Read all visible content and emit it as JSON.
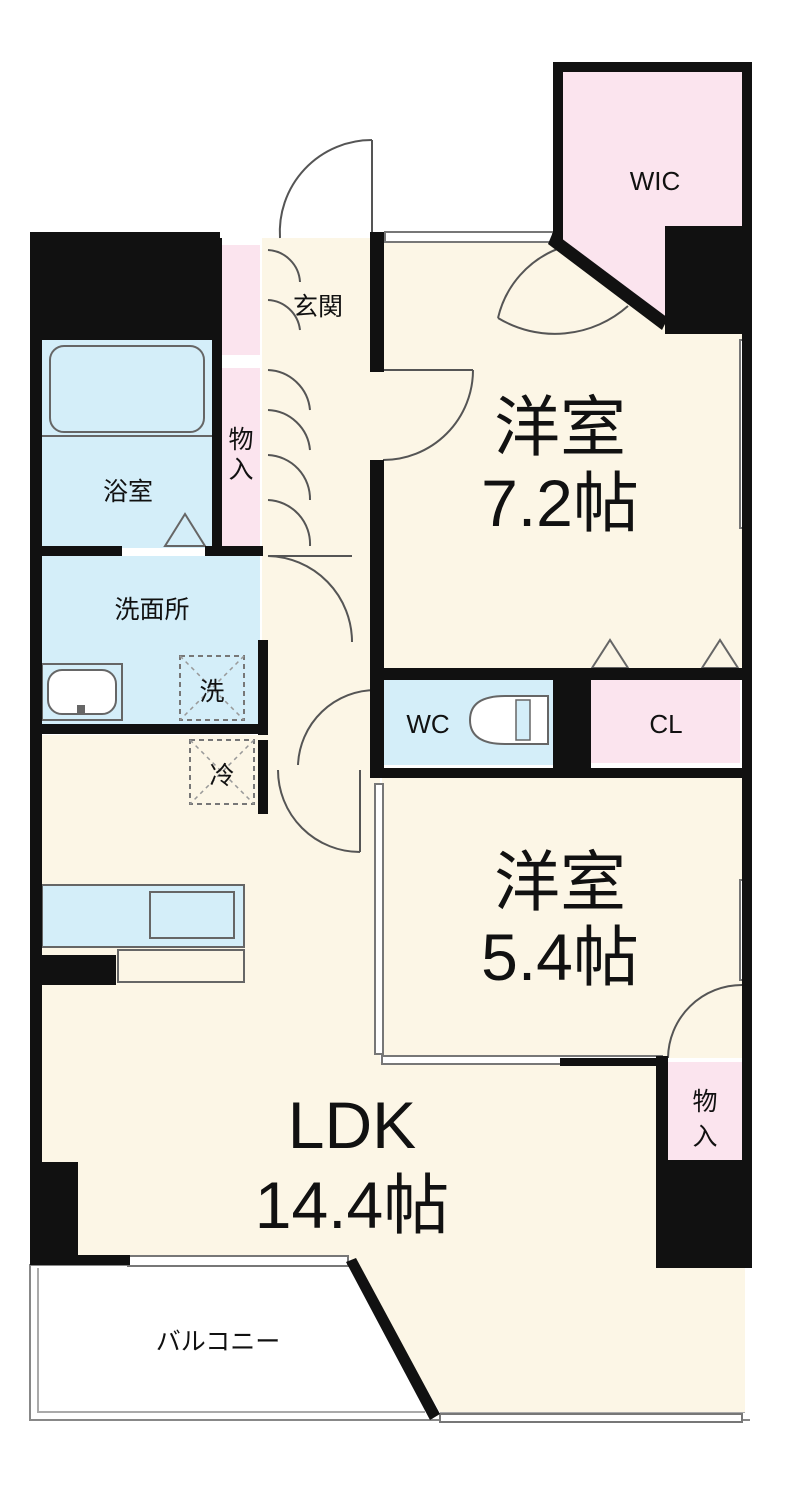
{
  "colors": {
    "room_floor": "#fcf6e6",
    "wet_area": "#d4eef9",
    "storage": "#fbe4ee",
    "wall": "#111111"
  },
  "rooms": {
    "wic": "WIC",
    "entrance": "玄関",
    "western1_name": "洋室",
    "western1_size": "7.2帖",
    "storage_left_1": "物",
    "storage_left_2": "入",
    "bath": "浴室",
    "washroom": "洗面所",
    "washer": "洗",
    "fridge": "冷",
    "wc": "WC",
    "closet": "CL",
    "western2_name": "洋室",
    "western2_size": "5.4帖",
    "storage_right_1": "物",
    "storage_right_2": "入",
    "ldk_name": "LDK",
    "ldk_size": "14.4帖",
    "balcony": "バルコニー"
  }
}
